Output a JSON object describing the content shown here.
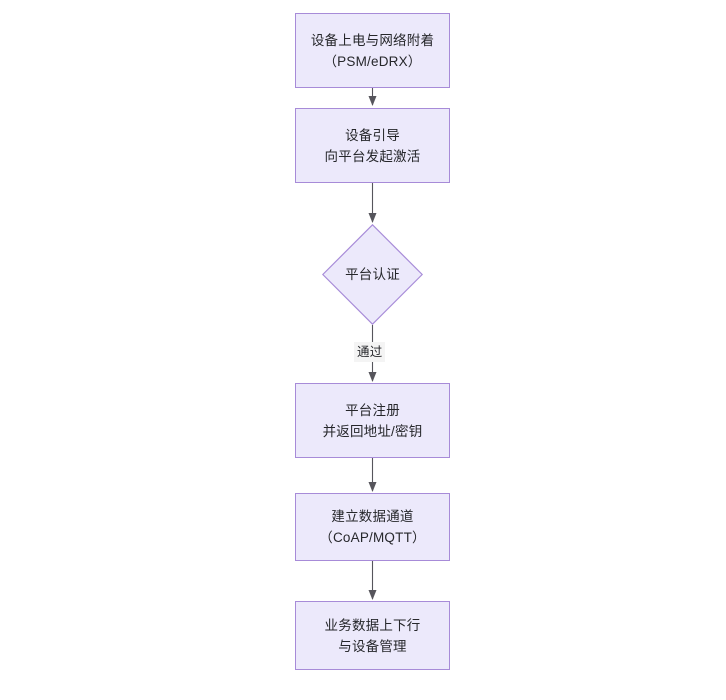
{
  "diagram": {
    "type": "flowchart",
    "orientation": "top-to-bottom",
    "title": "",
    "background_color": "#ffffff",
    "node_fill_color": "#ece9fb",
    "node_border_color": "#a78bd8",
    "text_color": "#26272b",
    "connector_color": "#56555c",
    "nodes": [
      {
        "id": "n1",
        "shape": "rectangle",
        "line1": "设备上电与网络附着",
        "line2": "（PSM/eDRX）"
      },
      {
        "id": "n2",
        "shape": "rectangle",
        "line1": "设备引导",
        "line2": "向平台发起激活"
      },
      {
        "id": "n3",
        "shape": "diamond",
        "line1": "平台认证",
        "line2": ""
      },
      {
        "id": "n4",
        "shape": "rectangle",
        "line1": "平台注册",
        "line2": "并返回地址/密钥"
      },
      {
        "id": "n5",
        "shape": "rectangle",
        "line1": "建立数据通道",
        "line2": "（CoAP/MQTT）"
      },
      {
        "id": "n6",
        "shape": "rectangle",
        "line1": "业务数据上下行",
        "line2": "与设备管理"
      }
    ],
    "edges": [
      {
        "id": "e1",
        "from": "n1",
        "to": "n2",
        "label": ""
      },
      {
        "id": "e2",
        "from": "n2",
        "to": "n3",
        "label": ""
      },
      {
        "id": "e3",
        "from": "n3",
        "to": "n4",
        "label": "通过"
      },
      {
        "id": "e4",
        "from": "n4",
        "to": "n5",
        "label": ""
      },
      {
        "id": "e5",
        "from": "n5",
        "to": "n6",
        "label": ""
      }
    ]
  }
}
